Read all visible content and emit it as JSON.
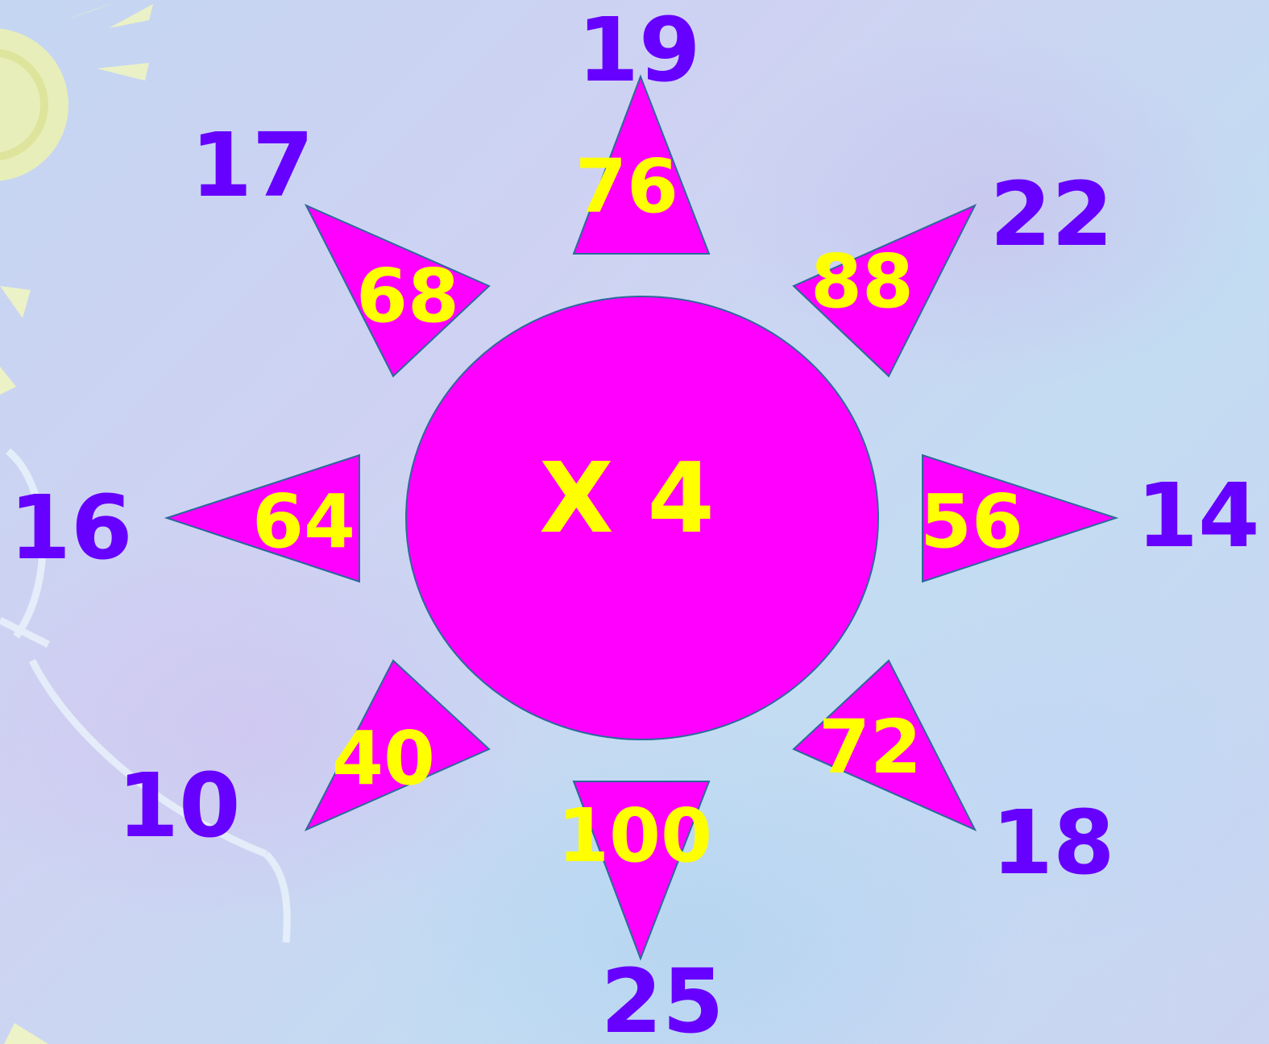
{
  "colors": {
    "shape_fill": "#ff00ff",
    "shape_stroke": "#2a6a9a",
    "answer_text": "#ffff00",
    "question_text": "#6600ff",
    "sun_decoration": "#f4f7a6"
  },
  "center": {
    "label": "X 4"
  },
  "rays": [
    {
      "direction": "up",
      "outer": "19",
      "inner": "76"
    },
    {
      "direction": "up-right",
      "outer": "22",
      "inner": "88"
    },
    {
      "direction": "right",
      "outer": "14",
      "inner": "56"
    },
    {
      "direction": "down-right",
      "outer": "18",
      "inner": "72"
    },
    {
      "direction": "down",
      "outer": "25",
      "inner": "100"
    },
    {
      "direction": "down-left",
      "outer": "10",
      "inner": "40"
    },
    {
      "direction": "left",
      "outer": "16",
      "inner": "64"
    },
    {
      "direction": "up-left",
      "outer": "17",
      "inner": "68"
    }
  ]
}
